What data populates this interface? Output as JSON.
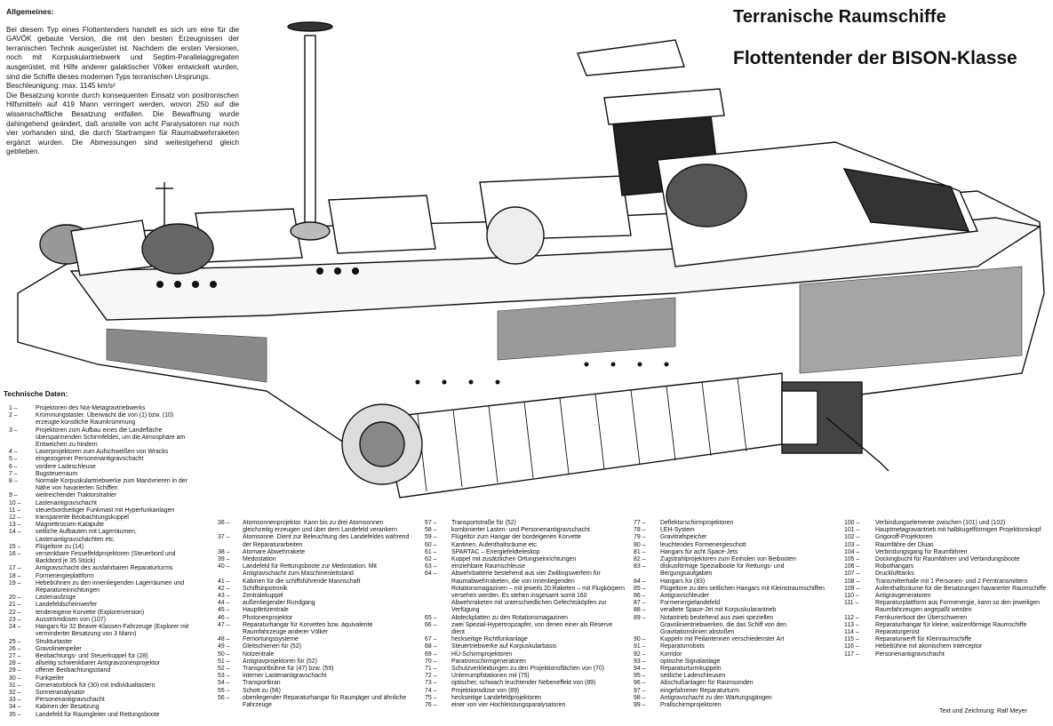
{
  "header": {
    "title_series": "Terranische Raumschiffe",
    "title_ship": "Flottentender der BISON-Klasse"
  },
  "intro": {
    "heading": "Allgemeines:",
    "paragraphs": [
      "Bei diesem Typ eines Flottentenders handelt es sich um eine für die GAVÖK gebaute Version, die mit den besten Erzeugnissen der terranischen Technik ausgerüstet ist. Nachdem die ersten Versionen, noch mit Korpuskulartriebwerk und Septim-Parallelaggregaten ausgerüstet, mit Hilfe anderer galaktischer Völker entwickelt wurden, sind die Schiffe dieses modernen Typs terranischen Ursprungs.",
      "Beschleunigung: max. 1145 km/s²",
      "Die Besatzung konnte durch konsequenten Einsatz von positronischen Hilfsmitteln auf 419 Mann verringert werden, wovon 250 auf die wissenschaftliche Besatzung entfallen. Die Bewaffnung wurde dahingehend geändert, daß anstelle von acht Paralysatoren nur noch vier vorhanden sind, die durch Startrampen für Raumabwehrraketen ergänzt wurden. Die Abmessungen sind weitestgehend gleich geblieben."
    ]
  },
  "tech": {
    "heading": "Technische Daten:",
    "columns": [
      [
        {
          "n": "1 –",
          "t": "Projektoren des Not-Metagravtriebwerks"
        },
        {
          "n": "2 –",
          "t": "Krümmungstaster. Überwacht die von (1) bzw. (10) erzeugte künstliche Raumkrümmung"
        },
        {
          "n": "3 –",
          "t": "Projektoren zum Aufbau eines die Landefläche überspannenden Schirmfeldes, um die Atmosphäre am Entweichen zu hindern"
        },
        {
          "n": "4 –",
          "t": "Laserprojektoren zum Aufschweißen von Wracks"
        },
        {
          "n": "5 –",
          "t": "eingezogener Personenantigravschacht"
        },
        {
          "n": "6 –",
          "t": "vordere Ladeschleuse"
        },
        {
          "n": "7 –",
          "t": "Bugsteuerraum"
        },
        {
          "n": "8 –",
          "t": "Normale Korpuskulartriebwerke zum Manövrieren in der Nähe von havarierten Schiffen"
        },
        {
          "n": "9 –",
          "t": "weitreichender Traktorstrahler"
        },
        {
          "n": "10 –",
          "t": "Lastenantigravschacht"
        },
        {
          "n": "11 –",
          "t": "steuerbordseitiger Funkmast mit Hyperfunkanlagen"
        },
        {
          "n": "12 –",
          "t": "transparente Beobachtungskuppel"
        },
        {
          "n": "13 –",
          "t": "Magnettrossen-Katapulte"
        },
        {
          "n": "14 –",
          "t": "seitliche Aufbauten mit Lagerräumen, Lastenantigravschächten etc."
        },
        {
          "n": "15 –",
          "t": "Flügeltore zu (14)"
        },
        {
          "n": "16 –",
          "t": "versenkbare Fesselfeldprojektoren (Steuerbord und Backbord je 35 Stück)"
        },
        {
          "n": "17 –",
          "t": "Antigravschacht des ausfahrbaren Reparaturturms"
        },
        {
          "n": "18 –",
          "t": "Formenergieplattform"
        },
        {
          "n": "19 –",
          "t": "Hebebühnen zu den innenliegenden Lagerräumen und Reparatureinrichtungen"
        },
        {
          "n": "20 –",
          "t": "Lastenaufzüge"
        },
        {
          "n": "21 –",
          "t": "Landefeldscheinwerfer"
        },
        {
          "n": "22 –",
          "t": "tendereigene Korvette (Explorerversion)"
        },
        {
          "n": "23 –",
          "t": "Ausströmdüsen von (107)"
        },
        {
          "n": "24 –",
          "t": "Hangars für 32 Beaver-Klassen-Fahrzeuge (Explorer mit verminderter Besatzung von 3 Mann)"
        },
        {
          "n": "25 –",
          "t": "Strukturtaster"
        },
        {
          "n": "26 –",
          "t": "Gravolinienpeiler"
        },
        {
          "n": "27 –",
          "t": "Beobachtungs- und Steuerkuppel für (28)"
        },
        {
          "n": "28 –",
          "t": "allseitig schwenkbarer Antigravzonenprojektor"
        },
        {
          "n": "29 –",
          "t": "offener Beobachtungsstand"
        },
        {
          "n": "30 –",
          "t": "Funkpeiler"
        },
        {
          "n": "31 –",
          "t": "Generatorblock für (30) mit Individualtastern"
        },
        {
          "n": "32 –",
          "t": "Sonnenanalysator"
        },
        {
          "n": "33 –",
          "t": "Personenantigravschacht"
        },
        {
          "n": "34 –",
          "t": "Kabinen der Besatzung"
        },
        {
          "n": "35 –",
          "t": "Landefeld für Raumgleiter und Rettungsboote"
        }
      ],
      [
        {
          "n": "36 –",
          "t": "Atomsonnenprojektor. Kann bis zu drei Atomsonnen gleichzeitig erzeugen und über dem Landefeld verankern"
        },
        {
          "n": "37 –",
          "t": "Atomsonne. Dient zur Beleuchtung des Landefeldes während der Reparaturarbeiten"
        },
        {
          "n": "38 –",
          "t": "Atomare Abwehrrakete"
        },
        {
          "n": "39 –",
          "t": "Medostation"
        },
        {
          "n": "40 –",
          "t": "Landefeld für Rettungsboote zur Medostation. Mit Antigravschacht zum Maschinenleitstand"
        },
        {
          "n": "41 –",
          "t": "Kabinen für die schiffsführende Mannschaft"
        },
        {
          "n": "42 –",
          "t": "Schiffsinpotronik"
        },
        {
          "n": "43 –",
          "t": "Zentralekuppel"
        },
        {
          "n": "44 –",
          "t": "außenliegender Rundgang"
        },
        {
          "n": "45 –",
          "t": "Hauptleitzentrale"
        },
        {
          "n": "46 –",
          "t": "Photonenprojektor"
        },
        {
          "n": "47 –",
          "t": "Reparaturhangar für Korvetten bzw. äquivalente Raumfahrzeuge anderer Völker"
        },
        {
          "n": "48 –",
          "t": "Fernortungssysteme"
        },
        {
          "n": "49 –",
          "t": "Gleitschienen für (52)"
        },
        {
          "n": "50 –",
          "t": "Notzentrale"
        },
        {
          "n": "51 –",
          "t": "Antigravprojektoren für (52)"
        },
        {
          "n": "52 –",
          "t": "Transportbühne für (47) bzw. (59)"
        },
        {
          "n": "53 –",
          "t": "interner Lastenantigravschacht"
        },
        {
          "n": "54 –",
          "t": "Transportkran"
        },
        {
          "n": "55 –",
          "t": "Schott zu (56)"
        },
        {
          "n": "56 –",
          "t": "obenliegender Reparaturhangar für Raumjäger und ähnliche Fahrzeuge"
        }
      ],
      [
        {
          "n": "57 –",
          "t": "Transportstraße für (52)"
        },
        {
          "n": "58 –",
          "t": "kombinierter Lasten- und Personenantigravschacht"
        },
        {
          "n": "59 –",
          "t": "Flügeltor zum Hangar der bordeigenen Korvette"
        },
        {
          "n": "60 –",
          "t": "Kantinen, Aufenthaltsräume etc."
        },
        {
          "n": "61 –",
          "t": "SPARTAC – Energiefeldteleskop"
        },
        {
          "n": "62 –",
          "t": "Kuppel mit zusätzlichen Ortungseinrichtungen"
        },
        {
          "n": "63 –",
          "t": "einziehbare Raumschleuse"
        },
        {
          "n": "64 –",
          "t": "Abwehrbatterie bestehend aus vier Zwillingswerfern für Raumabwehrraketen, die von innenliegenden Rotationsmagazinen – mit jeweils 20 Raketen – mit Flugkörpern versehen werden. Es stehen insgesamt somit 160 Abwehrraketen mit unterschiedlichen Gefechtsköpfen zur Verfügung"
        },
        {
          "n": "65 –",
          "t": "Abdeckplatten zu den Rotationsmagazinen"
        },
        {
          "n": "66 –",
          "t": "zwei Spezial-Hypertropzapfer, von denen einer als Reserve dient"
        },
        {
          "n": "67 –",
          "t": "heckseitige Richtfunkanlage"
        },
        {
          "n": "68 –",
          "t": "Steuertriebwerke auf Korpuskularbasis"
        },
        {
          "n": "69 –",
          "t": "HÜ-Schirmprojektoren"
        },
        {
          "n": "70 –",
          "t": "Paratronschirmgeneratoren"
        },
        {
          "n": "71 –",
          "t": "Schutzverkleidungen zu den Projektionsflächen von (70)"
        },
        {
          "n": "72 –",
          "t": "Unterrumpfstationen mit (75)"
        },
        {
          "n": "73 –",
          "t": "optischer, schwach leuchtender Nebeneffekt von (89)"
        },
        {
          "n": "74 –",
          "t": "Projektionsdüse von (89)"
        },
        {
          "n": "75 –",
          "t": "heckseitige Landefeldprojektoren"
        },
        {
          "n": "76 –",
          "t": "einer von vier Hochleistungsparalysatoren"
        }
      ],
      [
        {
          "n": "77 –",
          "t": "Deflektorschirmprojektoren"
        },
        {
          "n": "78 –",
          "t": "LEH-System"
        },
        {
          "n": "79 –",
          "t": "Gravitrafspeicher"
        },
        {
          "n": "80 –",
          "t": "leuchtendes Formenergieschott"
        },
        {
          "n": "81 –",
          "t": "Hangars für acht Space-Jets"
        },
        {
          "n": "82 –",
          "t": "Zugstrahlprojektoren zum Einholen von Beibooten"
        },
        {
          "n": "83 –",
          "t": "diskusförmige Spezialboote für Rettungs- und Bergungsaufgaben"
        },
        {
          "n": "84 –",
          "t": "Hangars für (83)"
        },
        {
          "n": "85 –",
          "t": "Flügeltore zu den seitlichen Hangars mit Kleinstraumschiffen"
        },
        {
          "n": "86 –",
          "t": "Antigravschleuder"
        },
        {
          "n": "87 –",
          "t": "Formenergielandefeld"
        },
        {
          "n": "88 –",
          "t": "veraltete Space-Jet mit Korpuskularantrieb"
        },
        {
          "n": "89 –",
          "t": "Notantrieb bestehend aus zwei speziellen Gravolinientriebwerken, die das Schiff von den Gravitationslinien abstoßen"
        },
        {
          "n": "90 –",
          "t": "Kuppeln mit Peilantennen verschiedenster Art"
        },
        {
          "n": "91 –",
          "t": "Reparaturrobots"
        },
        {
          "n": "92 –",
          "t": "Korridor"
        },
        {
          "n": "93 –",
          "t": "optische Signalanlage"
        },
        {
          "n": "94 –",
          "t": "Reparaturturmkuppeln"
        },
        {
          "n": "95 –",
          "t": "seitliche Ladeschleusen"
        },
        {
          "n": "96 –",
          "t": "Abschußanlagen für Raumsonden"
        },
        {
          "n": "97 –",
          "t": "eingefahrener Reparaturturm"
        },
        {
          "n": "98 –",
          "t": "Antigravschacht zu den Wartungsgängen"
        },
        {
          "n": "99 –",
          "t": "Prallschirmprojektoren"
        }
      ],
      [
        {
          "n": "100 –",
          "t": "Verbindungselemente zwischen (101) und (102)"
        },
        {
          "n": "101 –",
          "t": "Hauptmetagravantrieb mit halbkugelförmigen Projektionskopf"
        },
        {
          "n": "102 –",
          "t": "Grigoroff-Projektoren"
        },
        {
          "n": "103 –",
          "t": "Raumfähre der Dluas"
        },
        {
          "n": "104 –",
          "t": "Verbindungsgang für Raumfähren"
        },
        {
          "n": "105 –",
          "t": "Dockingbucht für Raumfähren und Verbindungsboote"
        },
        {
          "n": "106 –",
          "t": "Robothangars"
        },
        {
          "n": "107 –",
          "t": "Drucklufttanks"
        },
        {
          "n": "108 –",
          "t": "Transmitterhalle mit 1 Personen- und 2 Ferntransmittern"
        },
        {
          "n": "109 –",
          "t": "Aufenthaltsräume für die Besatzungen havarierter Raumschiffe"
        },
        {
          "n": "110 –",
          "t": "Antigravgeneratoren"
        },
        {
          "n": "111 –",
          "t": "Reparaturplattform aus Formenergie, kann so den jeweiligen Raumfahrzeugen angepaßt werden"
        },
        {
          "n": "112 –",
          "t": "Fernkurierboot der Überschweren"
        },
        {
          "n": "113 –",
          "t": "Reparaturhangar für kleine, walzenförmige Raumschiffe"
        },
        {
          "n": "114 –",
          "t": "Reparaturgerüst"
        },
        {
          "n": "115 –",
          "t": "Reparaturwerft für Kleinraumschiffe"
        },
        {
          "n": "116 –",
          "t": "Hebebühne mit akonischem Interceptor"
        },
        {
          "n": "117 –",
          "t": "Personenantigravschacht"
        }
      ]
    ]
  },
  "credit": "Text und Zeichnung: Ralf Meyer",
  "illustration": {
    "subject": "cutaway drawing of fleet tender",
    "ink_color": "#111111",
    "paper_color": "#ffffff"
  }
}
